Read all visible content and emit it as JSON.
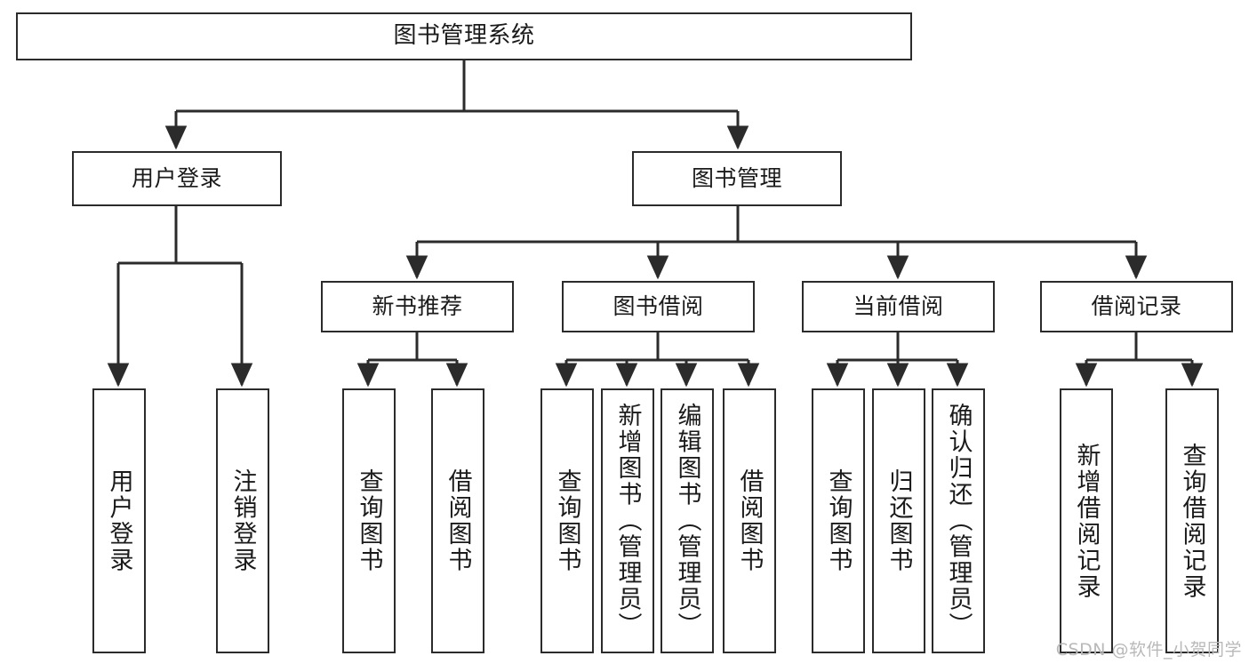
{
  "diagram": {
    "title": "图书管理系统",
    "watermark": "CSDN @软件_小贺同学",
    "accent_color": "#2b2b2b",
    "background_color": "#ffffff",
    "nodes": {
      "root": {
        "label": "图书管理系统"
      },
      "tier2": [
        {
          "label": "用户登录"
        },
        {
          "label": "图书管理"
        }
      ],
      "tier3": [
        {
          "label": "新书推荐"
        },
        {
          "label": "图书借阅"
        },
        {
          "label": "当前借阅"
        },
        {
          "label": "借阅记录"
        }
      ],
      "tier4": [
        {
          "label": "用户登录"
        },
        {
          "label": "注销登录"
        },
        {
          "label": "查询图书"
        },
        {
          "label": "借阅图书"
        },
        {
          "label": "查询图书"
        },
        {
          "label": "新增图书（管理员）"
        },
        {
          "label": "编辑图书（管理员）"
        },
        {
          "label": "借阅图书"
        },
        {
          "label": "查询图书"
        },
        {
          "label": "归还图书"
        },
        {
          "label": "确认归还（管理员）"
        },
        {
          "label": "新增借阅记录"
        },
        {
          "label": "查询借阅记录"
        }
      ]
    }
  }
}
